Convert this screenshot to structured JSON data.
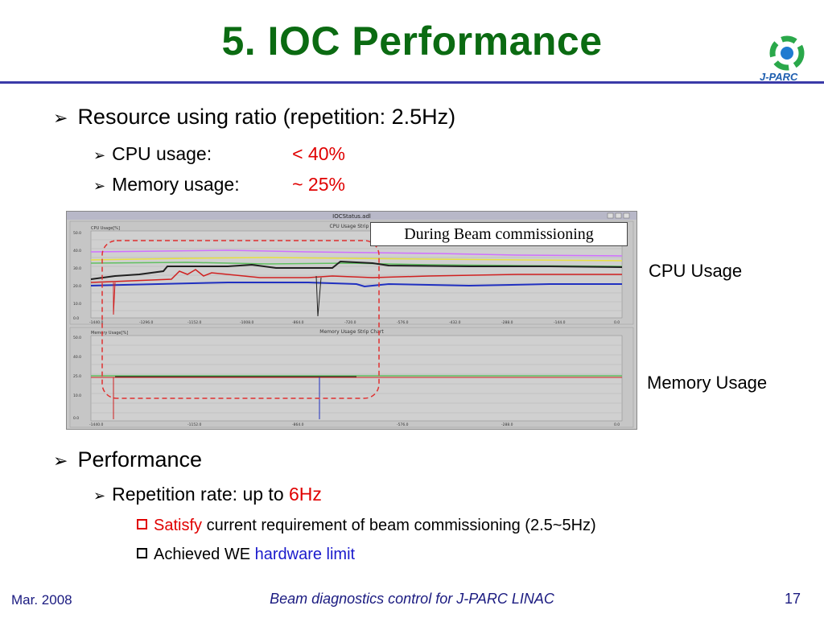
{
  "slide": {
    "title": "5. IOC Performance",
    "logo_text": "J-PARC",
    "bullets": {
      "resource": "Resource using ratio (repetition: 2.5Hz)",
      "cpu_label": "CPU usage:",
      "cpu_value": "< 40%",
      "mem_label": "Memory usage:",
      "mem_value": "~ 25%",
      "performance": "Performance",
      "rep_label": "Repetition rate: up to ",
      "rep_value": "6Hz",
      "satisfy_red": "Satisfy",
      "satisfy_rest": " current requirement of beam commissioning (2.5~5Hz)",
      "achieved_prefix": "Achieved WE ",
      "achieved_blue": "hardware limit"
    },
    "figure": {
      "window_title": "IOCStatus.adl",
      "cpu_chart_title": "CPU Usage Strip C",
      "mem_chart_title": "Memory Usage Strip Chart",
      "cpu_panel_label": "CPU Usage[%]",
      "mem_panel_label": "Memory Usage[%]",
      "callout": "During Beam commissioning",
      "cpu_side_label": "CPU Usage",
      "mem_side_label": "Memory Usage"
    },
    "footer": {
      "date": "Mar. 2008",
      "center": "Beam diagnostics control for J-PARC LINAC",
      "page": "17"
    },
    "colors": {
      "title": "#0b6b12",
      "accent_red": "#e00000",
      "accent_blue": "#1a1acc",
      "rule": "#3a3aa8"
    }
  }
}
